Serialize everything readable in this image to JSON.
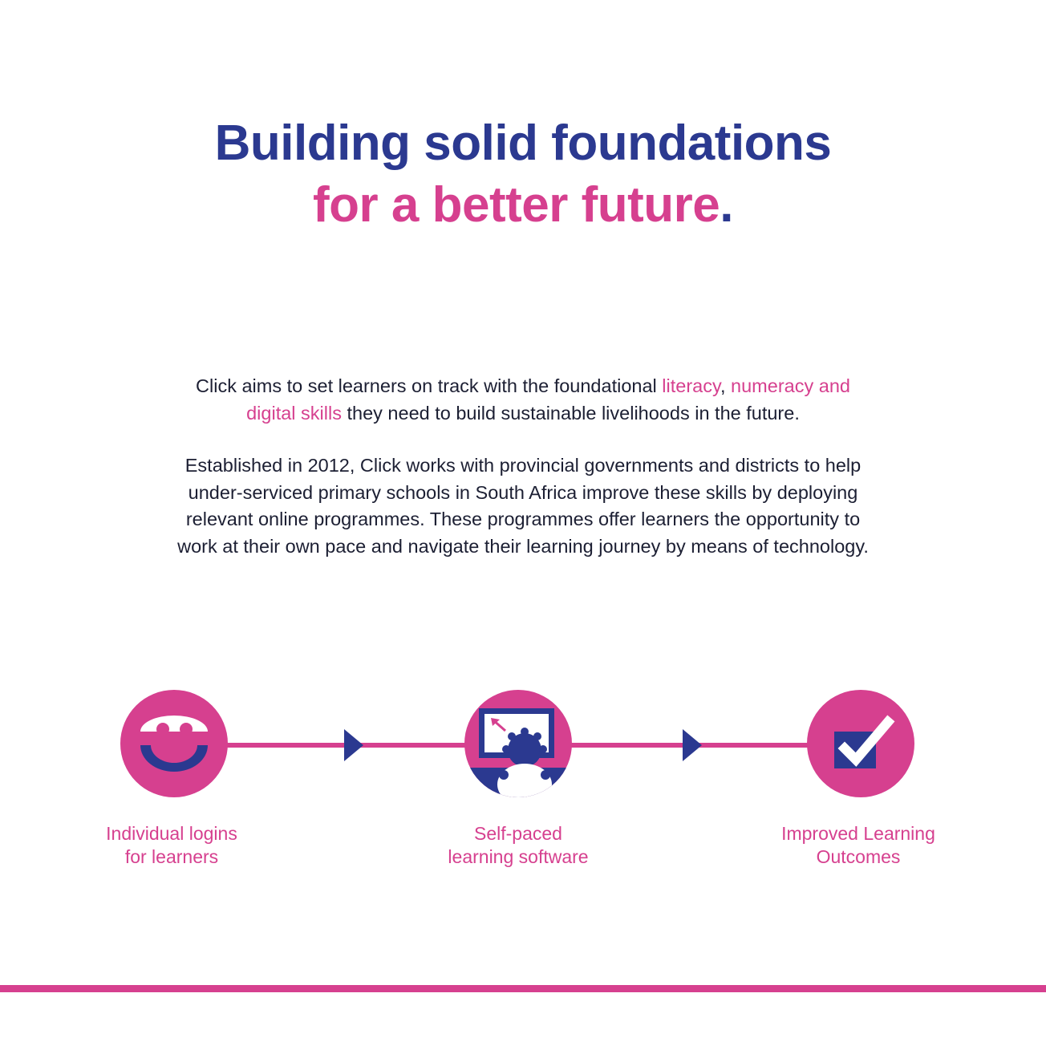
{
  "colors": {
    "navy": "#2b3990",
    "pink": "#d6408f",
    "text": "#1c1f33",
    "white": "#ffffff"
  },
  "headline": {
    "line1": "Building solid foundations",
    "line2": "for a better future",
    "period": "."
  },
  "intro": {
    "part1": "Click aims to set learners on track with the foundational ",
    "literacy": "literacy",
    "comma": ", ",
    "numeracy": "numeracy and",
    "digital": "digital skills",
    "part2": " they need to build sustainable livelihoods in the future."
  },
  "about": {
    "lines": [
      "Established in 2012, Click works with provincial governments and districts to help",
      "under-serviced primary schools in South Africa improve these skills by deploying",
      "relevant online programmes. These programmes offer learners the opportunity to",
      "work at their own pace and navigate their learning journey by means of technology."
    ]
  },
  "steps": [
    {
      "icon": "smiley-face-icon",
      "line1": "Individual logins",
      "line2": "for learners"
    },
    {
      "icon": "learner-at-screen-icon",
      "line1": "Self-paced",
      "line2": "learning software"
    },
    {
      "icon": "checkbox-tick-icon",
      "line1": "Improved Learning",
      "line2": "Outcomes"
    }
  ]
}
